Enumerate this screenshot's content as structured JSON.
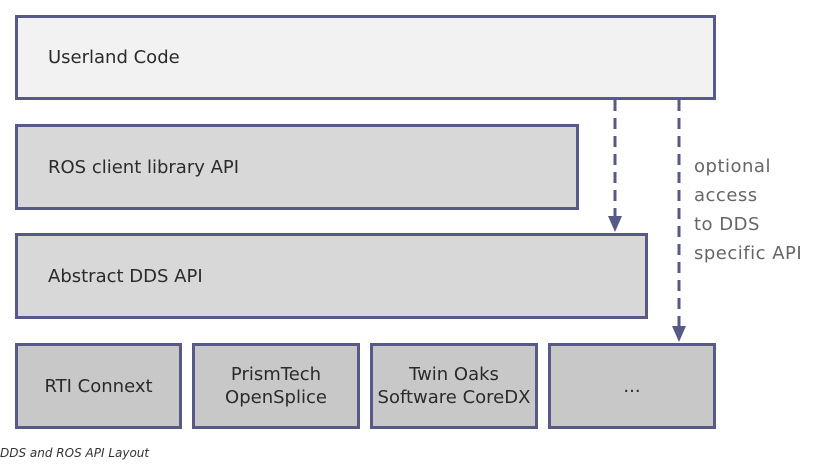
{
  "diagram": {
    "layers": {
      "userland": "Userland Code",
      "ros_client": "ROS client library API",
      "abstract_dds": "Abstract DDS API"
    },
    "implementations": [
      {
        "line1": "RTI Connext",
        "line2": ""
      },
      {
        "line1": "PrismTech",
        "line2": "OpenSplice"
      },
      {
        "line1": "Twin Oaks",
        "line2": "Software CoreDX"
      },
      {
        "line1": "...",
        "line2": ""
      }
    ],
    "optional_note": [
      "optional",
      "access",
      "to DDS",
      "specific API"
    ],
    "colors": {
      "border": "#575a86",
      "top_layer_fill": "#f2f2f2",
      "api_layer_fill": "#d8d8d8",
      "implementation_fill": "#c8c8c8",
      "note_text": "#666666"
    }
  },
  "caption": "DDS and ROS API Layout"
}
